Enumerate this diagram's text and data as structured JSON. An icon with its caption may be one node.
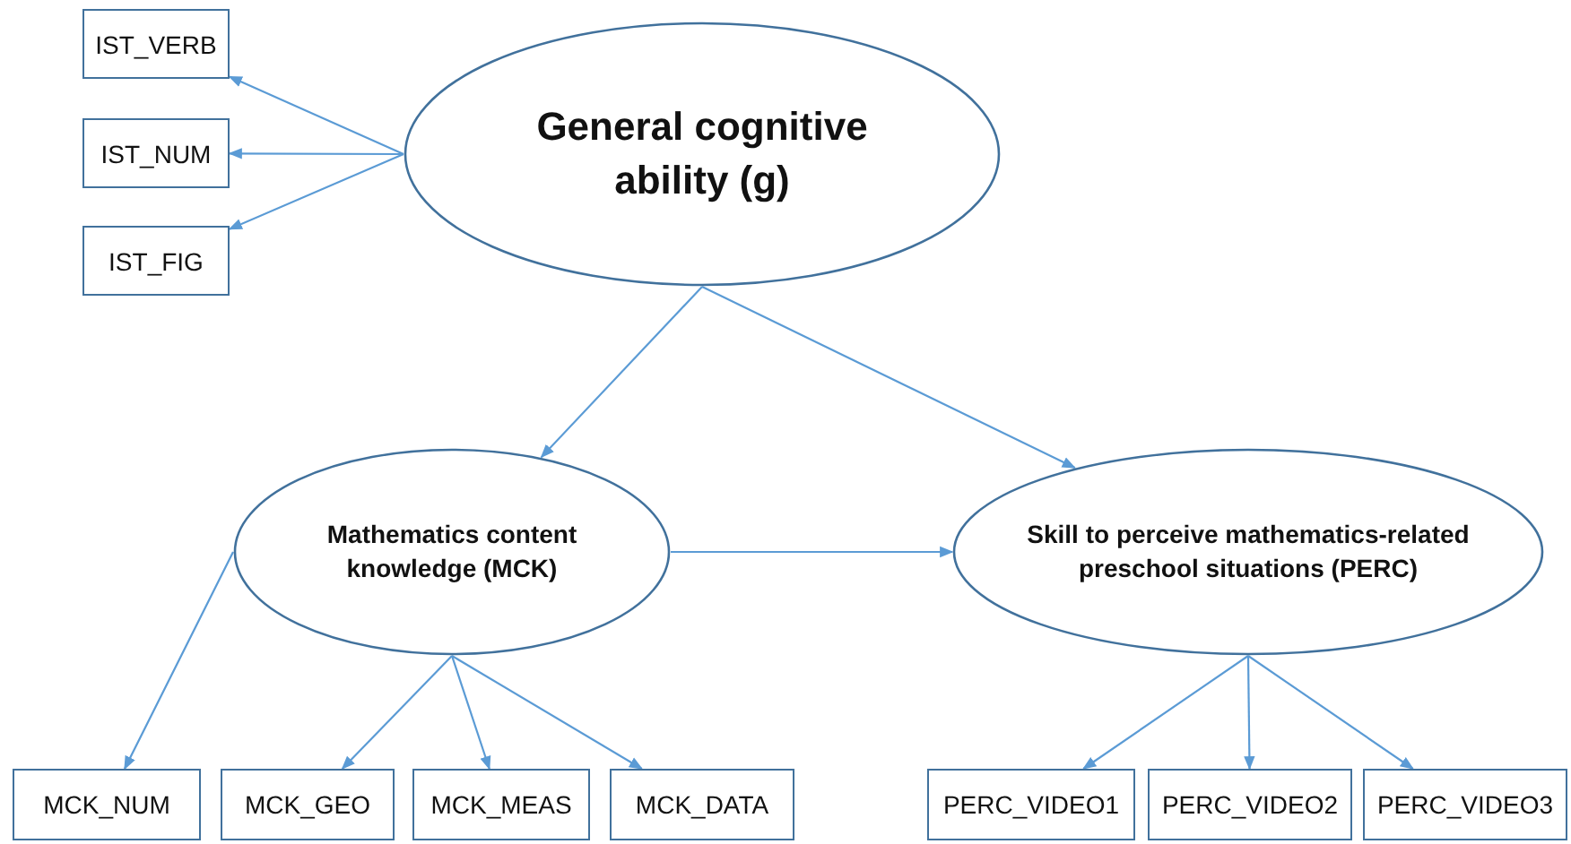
{
  "diagram": {
    "nodes": [
      {
        "text": [
          "General cognitive ability (g)"
        ]
      },
      {
        "text": [
          "IST_VERB"
        ]
      },
      {
        "text": [
          "IST_NUM"
        ]
      },
      {
        "text": [
          "IST_FIG"
        ]
      },
      {
        "text": [
          "Mathematics content knowledge (MCK)"
        ]
      },
      {
        "text": [
          "Skill to perceive mathematics-related preschool situations (PERC)"
        ]
      },
      {
        "text": [
          "MCK_NUM"
        ]
      },
      {
        "text": [
          "MCK_GEO"
        ]
      },
      {
        "text": [
          "MCK_MEAS"
        ]
      },
      {
        "text": [
          "MCK_DATA"
        ]
      },
      {
        "text": [
          "PERC_VIDEO1"
        ]
      },
      {
        "text": [
          "PERC_VIDEO2"
        ]
      },
      {
        "text": [
          "PERC_VIDEO3"
        ]
      }
    ],
    "edges": [
      {
        "from": 0,
        "to": 1,
        "arrow": "to"
      },
      {
        "from": 0,
        "to": 2,
        "arrow": "to"
      },
      {
        "from": 0,
        "to": 3,
        "arrow": "to"
      },
      {
        "from": 0,
        "to": 4,
        "arrow": "to"
      },
      {
        "from": 0,
        "to": 5,
        "arrow": "to"
      },
      {
        "from": 4,
        "to": 5,
        "arrow": "to"
      },
      {
        "from": 4,
        "to": 6,
        "arrow": "to"
      },
      {
        "from": 4,
        "to": 7,
        "arrow": "to"
      },
      {
        "from": 4,
        "to": 8,
        "arrow": "to"
      },
      {
        "from": 4,
        "to": 9,
        "arrow": "to"
      },
      {
        "from": 5,
        "to": 10,
        "arrow": "to"
      },
      {
        "from": 5,
        "to": 11,
        "arrow": "to"
      },
      {
        "from": 5,
        "to": 12,
        "arrow": "to"
      }
    ]
  }
}
